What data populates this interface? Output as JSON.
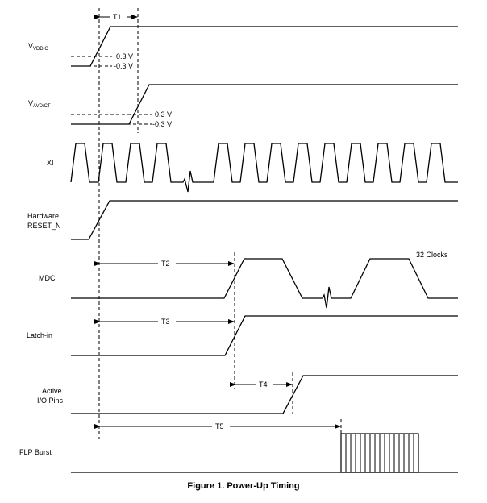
{
  "signals": {
    "vvddio": {
      "main": "V",
      "sub": "VDDIO"
    },
    "vavdct": {
      "main": "V",
      "sub": "AVD/CT"
    },
    "xi": "XI",
    "reset_line1": "Hardware",
    "reset_line2": "RESET_N",
    "mdc": "MDC",
    "latch": "Latch-in",
    "active_line1": "Active",
    "active_line2": "I/O Pins",
    "flp": "FLP Burst"
  },
  "thresholds": {
    "pos": "0.3 V",
    "neg": "-0.3 V"
  },
  "timings": {
    "t1": "T1",
    "t2": "T2",
    "t3": "T3",
    "t4": "T4",
    "t5": "T5"
  },
  "annotations": {
    "clocks": "32 Clocks"
  },
  "caption": "Figure 1.  Power-Up Timing"
}
